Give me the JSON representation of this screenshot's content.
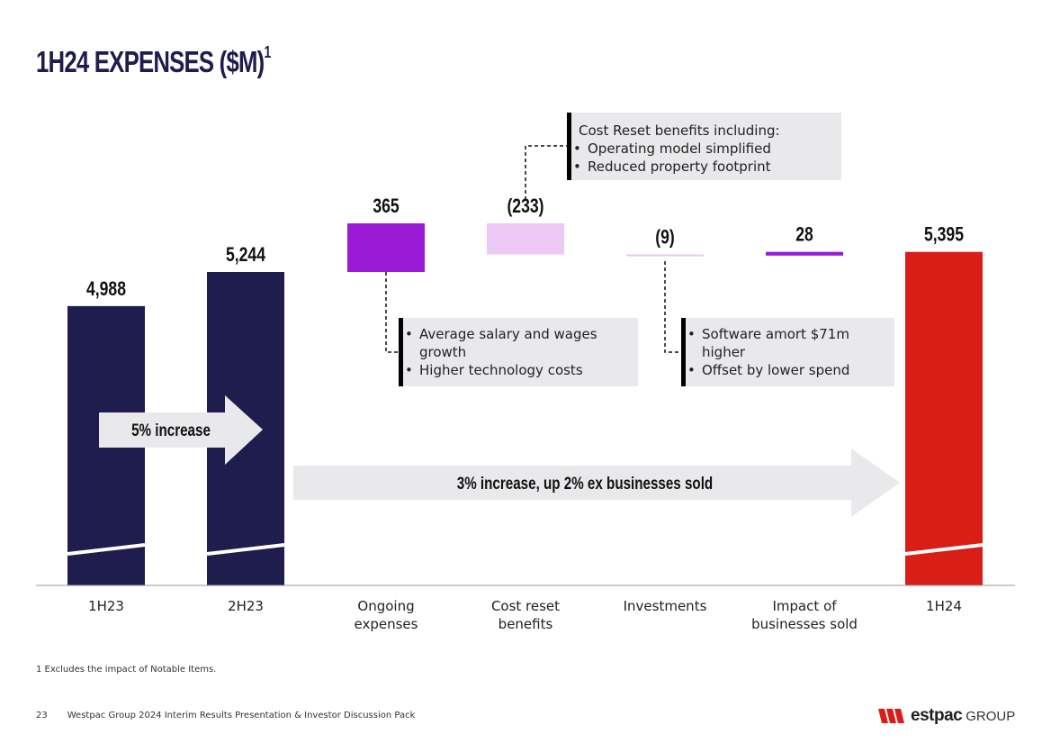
{
  "page": {
    "title": "1H24 EXPENSES ($M)",
    "title_sup": "1",
    "footnote": "1 Excludes the impact of Notable Items.",
    "footer_page": "23",
    "footer_text": "Westpac Group 2024 Interim Results Presentation & Investor Discussion Pack",
    "logo_word": "estpac",
    "logo_group": "GROUP"
  },
  "colors": {
    "navy": "#1f1c4e",
    "ongoing": "#9b1ad6",
    "cost_reset": "#ebc8f5",
    "investments": "#e6c9f0",
    "businesses_sold": "#9b1ad6",
    "total_red": "#d91e18",
    "arrow": "#e9e9ec",
    "axis": "#999999"
  },
  "chart_data": {
    "type": "bar",
    "subtype": "waterfall",
    "categories": [
      "1H23",
      "2H23",
      "Ongoing\nexpenses",
      "Cost reset\nbenefits",
      "Investments",
      "Impact of\nbusinesses sold",
      "1H24"
    ],
    "bars": [
      {
        "category": "1H23",
        "kind": "total",
        "value": 4988,
        "label": "4,988"
      },
      {
        "category": "2H23",
        "kind": "total",
        "value": 5244,
        "label": "5,244"
      },
      {
        "category": "Ongoing expenses",
        "kind": "delta",
        "value": 365,
        "label": "365"
      },
      {
        "category": "Cost reset benefits",
        "kind": "delta",
        "value": -233,
        "label": "(233)"
      },
      {
        "category": "Investments",
        "kind": "delta",
        "value": -9,
        "label": "(9)"
      },
      {
        "category": "Impact of businesses sold",
        "kind": "delta",
        "value": 28,
        "label": "28"
      },
      {
        "category": "1H24",
        "kind": "total",
        "value": 5395,
        "label": "5,395"
      }
    ],
    "axis_break": true,
    "grid": false,
    "arrows": [
      {
        "text": "5% increase",
        "from": "1H23",
        "to": "2H23"
      },
      {
        "text": "3% increase, up 2% ex businesses sold",
        "from": "2H23",
        "to": "1H24"
      }
    ],
    "callouts": {
      "ongoing": [
        "Average salary and wages growth",
        "Higher technology costs"
      ],
      "cost_reset_head": "Cost Reset benefits including:",
      "cost_reset": [
        "Operating model simplified",
        "Reduced property footprint"
      ],
      "investments": [
        "Software amort $71m higher",
        "Offset by lower spend"
      ]
    }
  }
}
